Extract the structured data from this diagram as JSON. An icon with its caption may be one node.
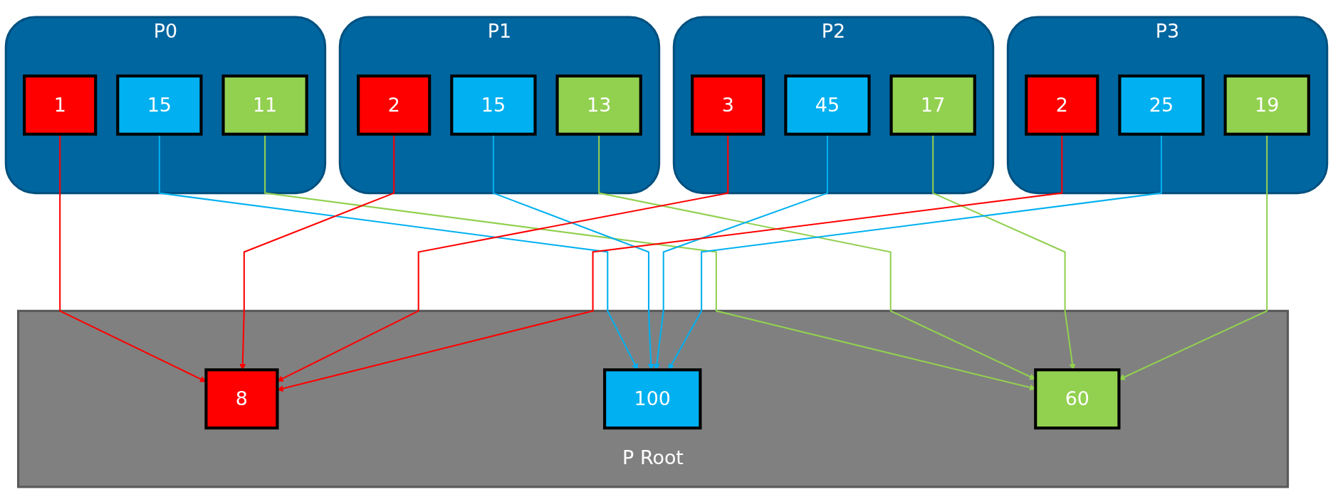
{
  "diagram": {
    "nodes": [
      {
        "text": [
          "P0"
        ]
      },
      {
        "text": [
          "1"
        ],
        "in": 0
      },
      {
        "text": [
          "15"
        ],
        "in": 0
      },
      {
        "text": [
          "11"
        ],
        "in": 0
      },
      {
        "text": [
          "P1"
        ]
      },
      {
        "text": [
          "2"
        ],
        "in": 4
      },
      {
        "text": [
          "15"
        ],
        "in": 4
      },
      {
        "text": [
          "13"
        ],
        "in": 4
      },
      {
        "text": [
          "P2"
        ]
      },
      {
        "text": [
          "3"
        ],
        "in": 8
      },
      {
        "text": [
          "45"
        ],
        "in": 8
      },
      {
        "text": [
          "17"
        ],
        "in": 8
      },
      {
        "text": [
          "P3"
        ]
      },
      {
        "text": [
          "2"
        ],
        "in": 12
      },
      {
        "text": [
          "25"
        ],
        "in": 12
      },
      {
        "text": [
          "19"
        ],
        "in": 12
      },
      {
        "text": [
          "P Root"
        ]
      },
      {
        "text": [
          "8"
        ],
        "in": 16
      },
      {
        "text": [
          "100"
        ],
        "in": 16
      },
      {
        "text": [
          "60"
        ],
        "in": 16
      }
    ],
    "edges": [
      {
        "from": 1,
        "to": 17,
        "arrow": "to",
        "color": "#ff0000"
      },
      {
        "from": 2,
        "to": 18,
        "arrow": "to",
        "color": "#00b0f0"
      },
      {
        "from": 3,
        "to": 19,
        "arrow": "to",
        "color": "#92d050"
      },
      {
        "from": 5,
        "to": 17,
        "arrow": "to",
        "color": "#ff0000"
      },
      {
        "from": 6,
        "to": 18,
        "arrow": "to",
        "color": "#00b0f0"
      },
      {
        "from": 7,
        "to": 19,
        "arrow": "to",
        "color": "#92d050"
      },
      {
        "from": 9,
        "to": 17,
        "arrow": "to",
        "color": "#ff0000"
      },
      {
        "from": 10,
        "to": 18,
        "arrow": "to",
        "color": "#00b0f0"
      },
      {
        "from": 11,
        "to": 19,
        "arrow": "to",
        "color": "#92d050"
      },
      {
        "from": 13,
        "to": 17,
        "arrow": "to",
        "color": "#ff0000"
      },
      {
        "from": 14,
        "to": 18,
        "arrow": "to",
        "color": "#00b0f0"
      },
      {
        "from": 15,
        "to": 19,
        "arrow": "to",
        "color": "#92d050"
      }
    ]
  }
}
